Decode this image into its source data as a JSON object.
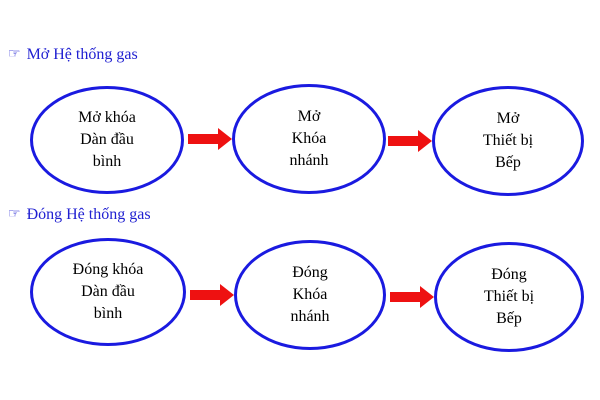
{
  "colors": {
    "title_text": "#1f1fd1",
    "node_border": "#1a1ae0",
    "arrow_fill": "#ee1111",
    "node_text": "#000000"
  },
  "icons": {
    "bullet": "pointing-hand-icon",
    "connector": "right-arrow-icon"
  },
  "sections": [
    {
      "title": "Mở Hệ thống gas",
      "steps": [
        {
          "label": "Mở khóa\nDàn đầu\nbình"
        },
        {
          "label": "Mở\nKhóa\nnhánh"
        },
        {
          "label": "Mở\nThiết bị\nBếp"
        }
      ]
    },
    {
      "title": "Đóng Hệ thống gas",
      "steps": [
        {
          "label": "Đóng khóa\nDàn đầu\nbình"
        },
        {
          "label": "Đóng\nKhóa\nnhánh"
        },
        {
          "label": "Đóng\nThiết bị\nBếp"
        }
      ]
    }
  ]
}
